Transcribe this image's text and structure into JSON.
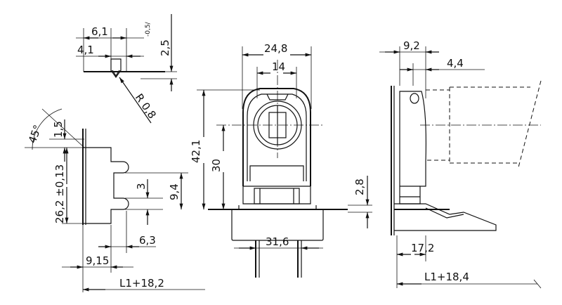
{
  "drawing": {
    "labels": {
      "d6_1": "6,1",
      "d4_1": "4,1",
      "d2_5": "2,5",
      "note": "-0,5/",
      "r0_8": "R 0,8",
      "d45": "45°",
      "d1_5": "1,5",
      "d26_2": "26,2 ±0,13",
      "d3": "3",
      "d9_4": "9,4",
      "d6_3": "6,3",
      "d9_15": "9,15",
      "l1_18_2": "L1+18,2",
      "d24_8": "24,8",
      "d14": "14",
      "d42_1": "42,1",
      "d30": "30",
      "d2_8": "2,8",
      "d31_6": "31,6",
      "d9_2": "9,2",
      "d4_4": "4,4",
      "d17_2": "17,2",
      "l1_18_4": "L1+18,4"
    }
  }
}
